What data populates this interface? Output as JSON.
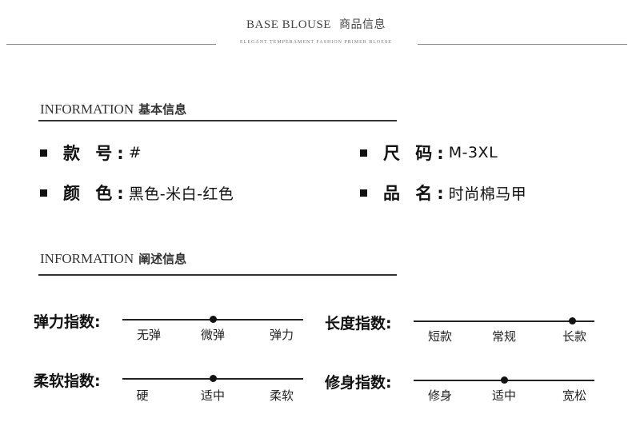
{
  "header": {
    "title_en": "BASE BLOUSE",
    "title_cn": "商品信息",
    "subtitle": "ELEGANT TEMPERAMENT FASHION PRIMER BLOESE"
  },
  "basic_section": {
    "title_en": "INFORMATION",
    "title_cn": "基本信息",
    "items": [
      {
        "label": "款 号:",
        "value": "#"
      },
      {
        "label": "尺 码:",
        "value": "M-3XL"
      },
      {
        "label": "颜 色:",
        "value": "黑色-米白-红色"
      },
      {
        "label": "品 名:",
        "value": "时尚棉马甲"
      }
    ]
  },
  "desc_section": {
    "title_en": "INFORMATION",
    "title_cn": "阐述信息",
    "meters": [
      {
        "label": "弹力指数:",
        "options": [
          "无弹",
          "微弹",
          "弹力"
        ],
        "selected_index": 1
      },
      {
        "label": "长度指数:",
        "options": [
          "短款",
          "常规",
          "长款"
        ],
        "selected_index": 2
      },
      {
        "label": "柔软指数:",
        "options": [
          "硬",
          "适中",
          "柔软"
        ],
        "selected_index": 1
      },
      {
        "label": "修身指数:",
        "options": [
          "修身",
          "适中",
          "宽松"
        ],
        "selected_index": 1
      }
    ]
  }
}
